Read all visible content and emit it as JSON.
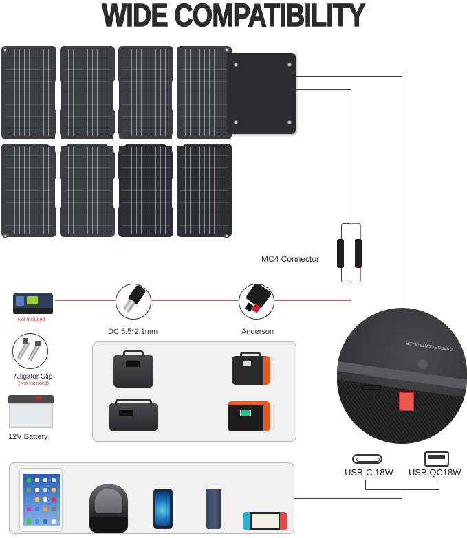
{
  "title": "WIDE COMPATIBILITY",
  "solar_panel": {
    "panels_count": 8,
    "layout": "2 rows x 4 columns",
    "junction_box": "yes"
  },
  "connectors": {
    "mc4": {
      "label": "MC4 Connector"
    },
    "dc": {
      "label": "DC 5.5*2.1mm"
    },
    "anderson": {
      "label": "Anderson"
    }
  },
  "accessories": {
    "charge_controller": {
      "note": "Not Included"
    },
    "alligator_clip": {
      "label": "Alligator Clip",
      "note": "(Not Included)"
    },
    "battery": {
      "label": "12V Battery"
    }
  },
  "power_stations": [
    {
      "name": "power-station-gray-small"
    },
    {
      "name": "power-station-orange-small"
    },
    {
      "name": "power-station-gray-large"
    },
    {
      "name": "power-station-orange-large"
    }
  ],
  "usb_ports": {
    "controller_text": "CHARGE CONTROLLER",
    "usb_c": {
      "label": "USB-C 18W"
    },
    "usb_a": {
      "label": "USB QC18W"
    }
  },
  "devices": [
    {
      "name": "tablet"
    },
    {
      "name": "speaker"
    },
    {
      "name": "smartphone"
    },
    {
      "name": "power-bank"
    },
    {
      "name": "game-console"
    }
  ],
  "colors": {
    "title": "#2b2b2b",
    "panel": "#3c3d40",
    "wire_dark": "#3a3a3a",
    "wire_red": "#b96a6a",
    "note_red": "#c0392b",
    "box_bg": "#f0f0f0",
    "usb_a_port": "#e8584d"
  }
}
